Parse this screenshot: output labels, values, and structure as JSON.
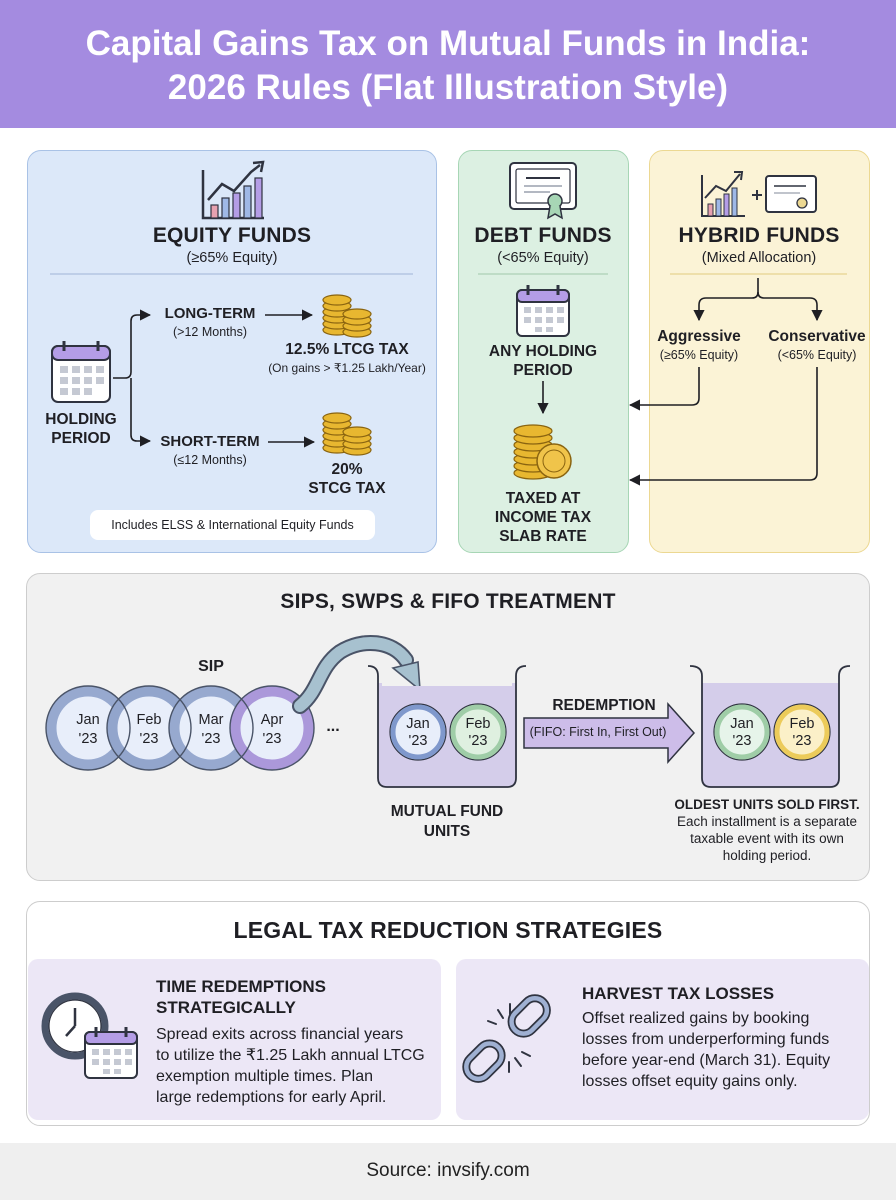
{
  "header": {
    "title_line1": "Capital Gains Tax on Mutual Funds in India:",
    "title_line2": "2026 Rules (Flat Illustration Style)"
  },
  "equity": {
    "title": "EQUITY FUNDS",
    "subtitle": "(≥65% Equity)",
    "holding_label_1": "HOLDING",
    "holding_label_2": "PERIOD",
    "long_term": "LONG-TERM",
    "long_term_sub": "(>12 Months)",
    "ltcg": "12.5% LTCG TAX",
    "ltcg_sub": "(On gains > ₹1.25 Lakh/Year)",
    "short_term": "SHORT-TERM",
    "short_term_sub": "(≤12 Months)",
    "stcg_1": "20%",
    "stcg_2": "STCG TAX",
    "note": "Includes ELSS & International Equity Funds"
  },
  "debt": {
    "title": "DEBT FUNDS",
    "subtitle": "(<65% Equity)",
    "holding_1": "ANY HOLDING",
    "holding_2": "PERIOD",
    "taxed_1": "TAXED AT",
    "taxed_2": "INCOME TAX",
    "taxed_3": "SLAB RATE"
  },
  "hybrid": {
    "title": "HYBRID FUNDS",
    "subtitle": "(Mixed Allocation)",
    "aggressive": "Aggressive",
    "aggressive_sub": "(≥65% Equity)",
    "conservative": "Conservative",
    "conservative_sub": "(<65% Equity)"
  },
  "sip": {
    "title": "SIPS, SWPS & FIFO TREATMENT",
    "sip_label": "SIP",
    "ellipsis": "...",
    "installments": [
      {
        "month": "Jan",
        "year": "'23"
      },
      {
        "month": "Feb",
        "year": "'23"
      },
      {
        "month": "Mar",
        "year": "'23"
      },
      {
        "month": "Apr",
        "year": "'23"
      }
    ],
    "units_coins": [
      {
        "month": "Jan",
        "year": "'23"
      },
      {
        "month": "Feb",
        "year": "'23"
      }
    ],
    "units_label_1": "MUTUAL FUND",
    "units_label_2": "UNITS",
    "redemption": "REDEMPTION",
    "fifo": "(FIFO: First In, First Out)",
    "sold_coins": [
      {
        "month": "Jan",
        "year": "'23"
      },
      {
        "month": "Feb",
        "year": "'23"
      }
    ],
    "oldest": "OLDEST UNITS SOLD FIRST.",
    "each_1": "Each installment is a separate",
    "each_2": "taxable event with its own",
    "each_3": "holding period."
  },
  "legal": {
    "title": "LEGAL TAX REDUCTION STRATEGIES",
    "left_title_1": "TIME REDEMPTIONS",
    "left_title_2": "STRATEGICALLY",
    "left_lines": [
      "Spread exits across financial years",
      "to utilize the ₹1.25 Lakh annual LTCG",
      "exemption multiple times. Plan",
      "large redemptions for early April."
    ],
    "right_title": "HARVEST TAX LOSSES",
    "right_lines": [
      "Offset realized gains by booking",
      "losses from underperforming funds",
      "before year-end (March 31). Equity",
      "losses offset equity gains only."
    ]
  },
  "footer": {
    "source": "Source: invsify.com"
  },
  "colors": {
    "header": "#a48be0",
    "equity_panel": "#dce8f9",
    "debt_panel": "#dcf0e2",
    "hybrid_panel": "#fbf3d6",
    "coin_gold": "#e8b730"
  }
}
